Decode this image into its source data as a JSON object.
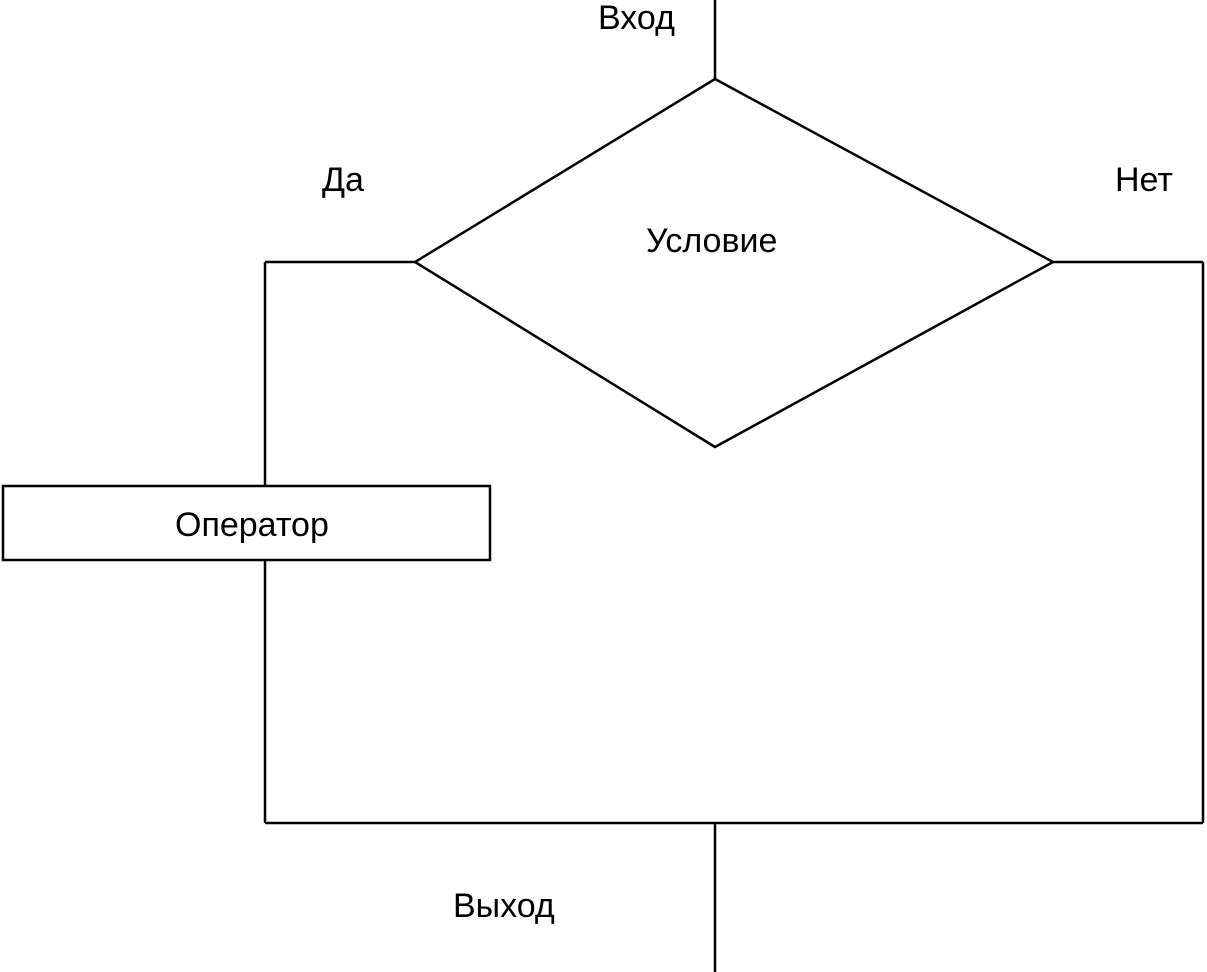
{
  "diagram": {
    "entry_label": "Вход",
    "yes_label": "Да",
    "no_label": "Нет",
    "condition_label": "Условие",
    "operator_label": "Оператор",
    "exit_label": "Выход"
  }
}
